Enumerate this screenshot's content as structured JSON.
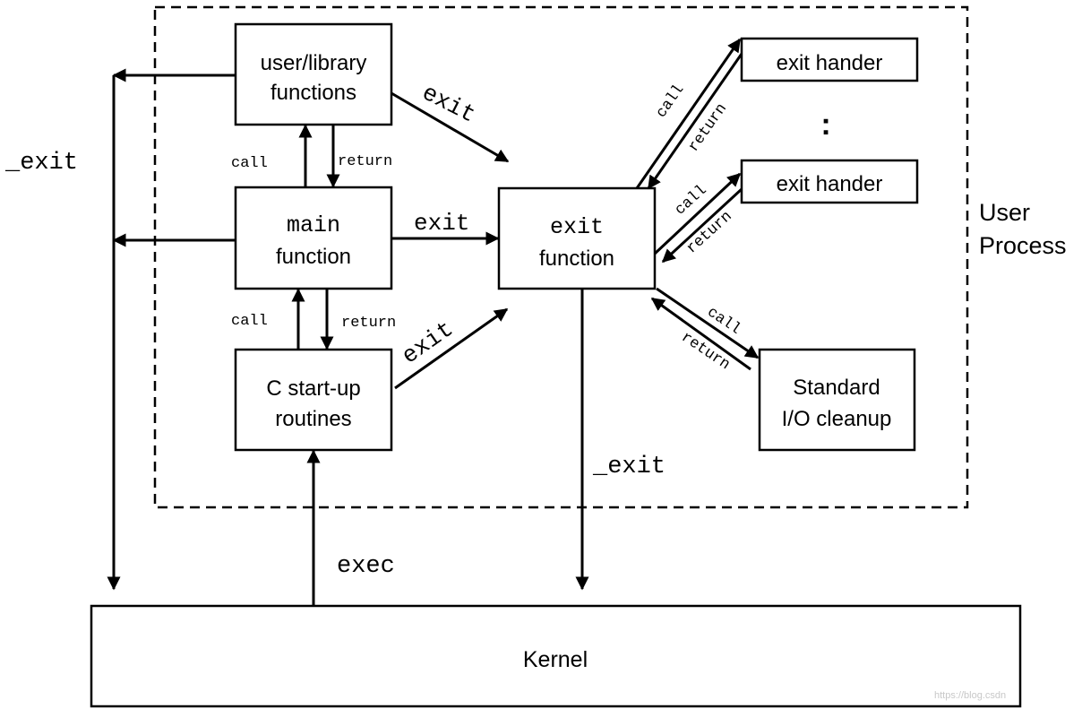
{
  "boxes": {
    "user_library": [
      "user/library",
      "functions"
    ],
    "main": [
      "main",
      "function"
    ],
    "startup": [
      "C start-up",
      "routines"
    ],
    "exit_function": [
      "exit",
      "function"
    ],
    "exit_handler_1": "exit hander",
    "exit_handler_2": "exit hander",
    "stdio_cleanup": [
      "Standard",
      "I/O cleanup"
    ],
    "kernel": "Kernel"
  },
  "region_label": [
    "User",
    "Process"
  ],
  "ellipsis": ":",
  "labels": {
    "exit_from_user": "exit",
    "exit_from_main": "exit",
    "exit_from_startup": "exit",
    "call_ul": "call",
    "return_ul": "return",
    "call_main": "call",
    "return_main": "return",
    "call_h1": "call",
    "return_h1": "return",
    "call_h2": "call",
    "return_h2": "return",
    "call_io": "call",
    "return_io": "return",
    "underscore_exit_left": "_exit",
    "underscore_exit_bottom": "_exit",
    "exec": "exec"
  },
  "watermark": "https://blog.csdn"
}
